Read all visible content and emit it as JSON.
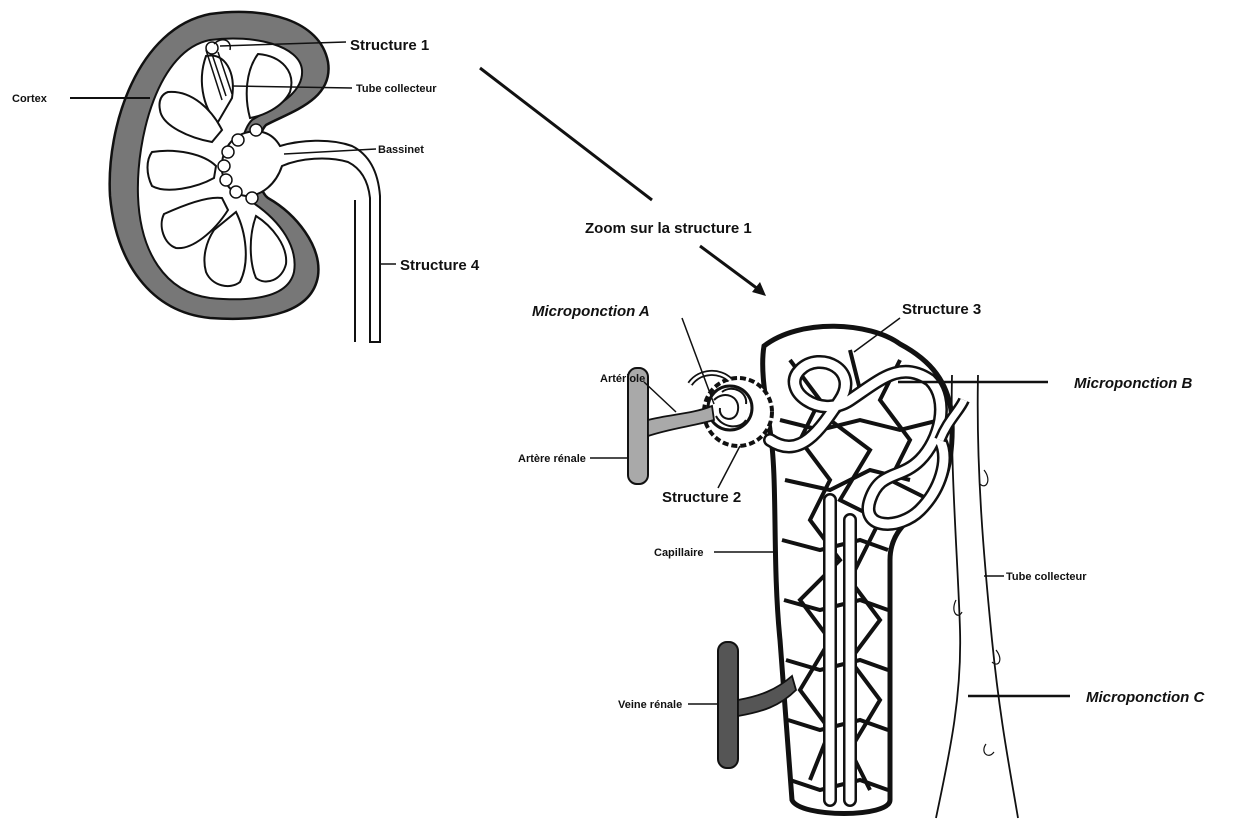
{
  "kidney": {
    "labels": {
      "cortex": "Cortex",
      "structure_1": "Structure 1",
      "tube_collecteur": "Tube collecteur",
      "bassinet": "Bassinet",
      "structure_4": "Structure 4"
    }
  },
  "zoom_label": "Zoom sur la structure 1",
  "nephron": {
    "labels": {
      "microponction_a": "Microponction A",
      "microponction_b": "Microponction B",
      "microponction_c": "Microponction C",
      "structure_3": "Structure 3",
      "structure_2": "Structure 2",
      "arteriole": "Artériole",
      "artere_renale": "Artère rénale",
      "capillaire": "Capillaire",
      "tube_collecteur": "Tube collecteur",
      "veine_renale": "Veine rénale"
    }
  },
  "colors": {
    "cortex_fill": "#777777",
    "artery_fill": "#a9a9a9",
    "vein_fill": "#555555",
    "line": "#111111"
  }
}
